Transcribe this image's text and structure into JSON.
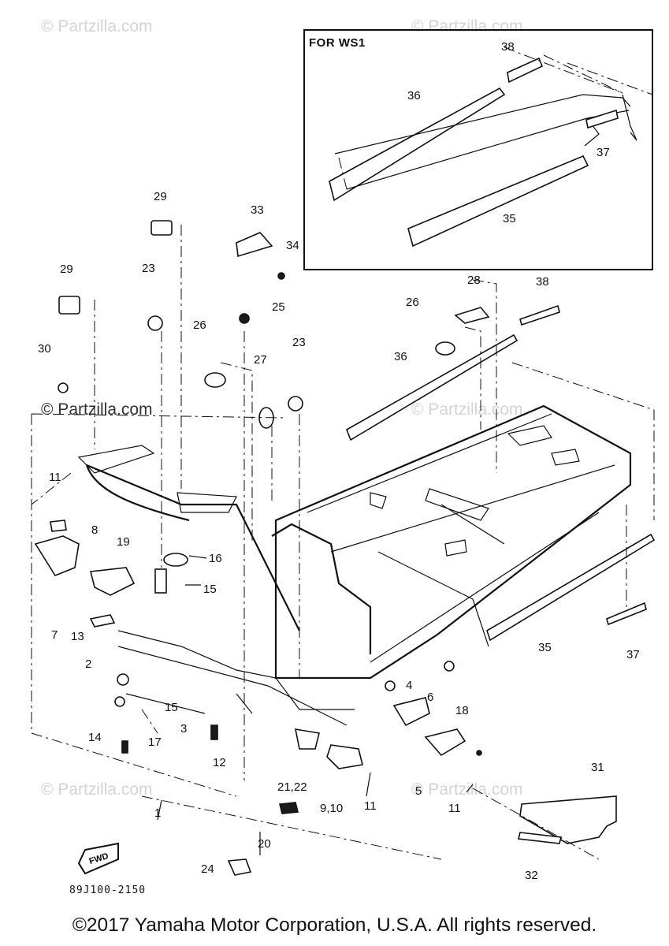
{
  "watermarks": [
    "© Partzilla.com",
    "© Partzilla.com",
    "© Partzilla.com",
    "© Partzilla.com",
    "© Partzilla.com",
    "© Partzilla.com"
  ],
  "inset": {
    "title": "FOR WS1"
  },
  "callouts": [
    {
      "id": "c38a",
      "text": "38"
    },
    {
      "id": "c36a",
      "text": "36"
    },
    {
      "id": "c37a",
      "text": "37"
    },
    {
      "id": "c35a",
      "text": "35"
    },
    {
      "id": "c29a",
      "text": "29"
    },
    {
      "id": "c33",
      "text": "33"
    },
    {
      "id": "c34",
      "text": "34"
    },
    {
      "id": "c29b",
      "text": "29"
    },
    {
      "id": "c23a",
      "text": "23"
    },
    {
      "id": "c25",
      "text": "25"
    },
    {
      "id": "c28",
      "text": "28"
    },
    {
      "id": "c38b",
      "text": "38"
    },
    {
      "id": "c26a",
      "text": "26"
    },
    {
      "id": "c26b",
      "text": "26"
    },
    {
      "id": "c27",
      "text": "27"
    },
    {
      "id": "c23b",
      "text": "23"
    },
    {
      "id": "c36b",
      "text": "36"
    },
    {
      "id": "c30",
      "text": "30"
    },
    {
      "id": "c11a",
      "text": "11"
    },
    {
      "id": "c19",
      "text": "19"
    },
    {
      "id": "c8",
      "text": "8"
    },
    {
      "id": "c16",
      "text": "16"
    },
    {
      "id": "c15a",
      "text": "15"
    },
    {
      "id": "c7",
      "text": "7"
    },
    {
      "id": "c13",
      "text": "13"
    },
    {
      "id": "c2",
      "text": "2"
    },
    {
      "id": "c35b",
      "text": "35"
    },
    {
      "id": "c37b",
      "text": "37"
    },
    {
      "id": "c4",
      "text": "4"
    },
    {
      "id": "c6",
      "text": "6"
    },
    {
      "id": "c18",
      "text": "18"
    },
    {
      "id": "c15b",
      "text": "15"
    },
    {
      "id": "c3",
      "text": "3"
    },
    {
      "id": "c14",
      "text": "14"
    },
    {
      "id": "c17",
      "text": "17"
    },
    {
      "id": "c12",
      "text": "12"
    },
    {
      "id": "c2122",
      "text": "21,22"
    },
    {
      "id": "c910",
      "text": "9,10"
    },
    {
      "id": "c5",
      "text": "5"
    },
    {
      "id": "c11b",
      "text": "11"
    },
    {
      "id": "c11c",
      "text": "11"
    },
    {
      "id": "c31",
      "text": "31"
    },
    {
      "id": "c1",
      "text": "1"
    },
    {
      "id": "c20",
      "text": "20"
    },
    {
      "id": "c24",
      "text": "24"
    },
    {
      "id": "c32",
      "text": "32"
    }
  ],
  "fwd_label": "FWD",
  "part_code": "89J100-2150",
  "copyright": "©2017  Yamaha Motor Corporation, U.S.A. All rights reserved."
}
